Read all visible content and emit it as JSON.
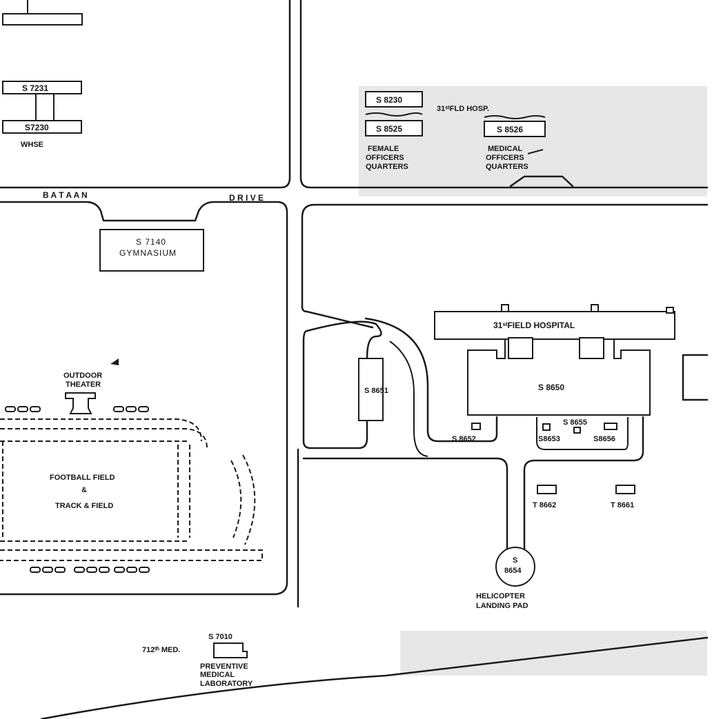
{
  "map": {
    "road": {
      "name_part1": "B  A  T  A  A  N",
      "name_part2": "D  R  I  V  E"
    },
    "buildings": {
      "s7231": "S 7231",
      "s7230": "S7230",
      "whse": "WHSE",
      "s7140": "S 7140",
      "gymnasium": "GYMNASIUM",
      "s8230": "S 8230",
      "fld_hosp": "31ˢᵗFLD HOSP.",
      "s8525": "S 8525",
      "s8526": "S 8526",
      "female_line1": "FEMALE",
      "female_line2": "OFFICERS",
      "female_line3": "QUARTERS",
      "medical_line1": "MEDICAL",
      "medical_line2": "OFFICERS",
      "medical_line3": "QUARTERS",
      "field_hospital": "31ˢᵗFIELD HOSPITAL",
      "s8650": "S 8650",
      "s8651": "S 8651",
      "s8652": "S 8652",
      "s8653": "S8653",
      "s8655": "S 8655",
      "s8656": "S8656",
      "t8662": "T 8662",
      "t8661": "T 8661",
      "s8654_line1": "S",
      "s8654_line2": "8654",
      "heli_line1": "HELICOPTER",
      "heli_line2": "LANDING PAD",
      "outdoor_line1": "OUTDOOR",
      "outdoor_line2": "THEATER",
      "football_line1": "FOOTBALL FIELD",
      "football_line2": "&",
      "football_line3": "TRACK & FIELD",
      "s7010": "S 7010",
      "med712": "712ᵗʰ MED.",
      "prev_line1": "PREVENTIVE",
      "prev_line2": "MEDICAL",
      "prev_line3": "LABORATORY"
    }
  }
}
